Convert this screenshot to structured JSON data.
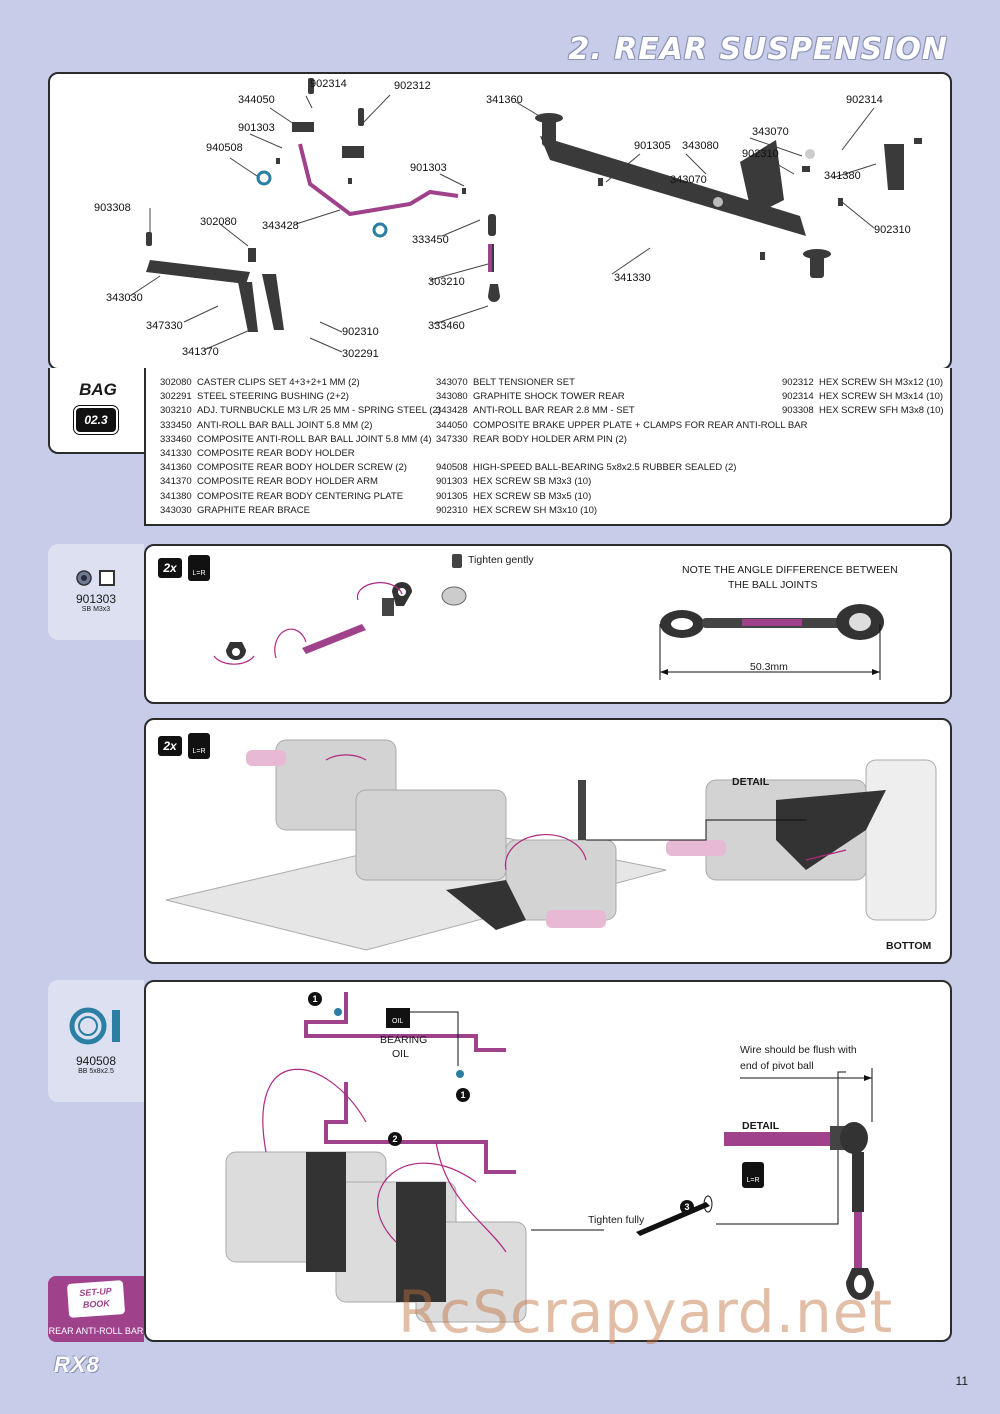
{
  "header": {
    "title": "2. REAR SUSPENSION"
  },
  "exploded": {
    "labels": [
      {
        "id": "l902314a",
        "text": "902314"
      },
      {
        "id": "l902312a",
        "text": "902312"
      },
      {
        "id": "l344050",
        "text": "344050"
      },
      {
        "id": "l901303a",
        "text": "901303"
      },
      {
        "id": "l940508",
        "text": "940508"
      },
      {
        "id": "l901303b",
        "text": "901303"
      },
      {
        "id": "l903308",
        "text": "903308"
      },
      {
        "id": "l302080",
        "text": "302080"
      },
      {
        "id": "l343428",
        "text": "343428"
      },
      {
        "id": "l333450",
        "text": "333450"
      },
      {
        "id": "l303210",
        "text": "303210"
      },
      {
        "id": "l343030",
        "text": "343030"
      },
      {
        "id": "l347330",
        "text": "347330"
      },
      {
        "id": "l902310a",
        "text": "902310"
      },
      {
        "id": "l341370",
        "text": "341370"
      },
      {
        "id": "l302291",
        "text": "302291"
      },
      {
        "id": "l333460",
        "text": "333460"
      },
      {
        "id": "l341360",
        "text": "341360"
      },
      {
        "id": "l901305",
        "text": "901305"
      },
      {
        "id": "l343080",
        "text": "343080"
      },
      {
        "id": "l343070a",
        "text": "343070"
      },
      {
        "id": "l902310b",
        "text": "902310"
      },
      {
        "id": "l343070b",
        "text": "343070"
      },
      {
        "id": "l902314b",
        "text": "902314"
      },
      {
        "id": "l341380",
        "text": "341380"
      },
      {
        "id": "l902310c",
        "text": "902310"
      },
      {
        "id": "l341330",
        "text": "341330"
      }
    ]
  },
  "bag": {
    "label": "BAG",
    "number": "02.3"
  },
  "parts_list": {
    "col1": [
      {
        "code": "302080",
        "name": "CASTER CLIPS SET 4+3+2+1 MM (2)"
      },
      {
        "code": "302291",
        "name": "STEEL STEERING BUSHING (2+2)"
      },
      {
        "code": "303210",
        "name": "ADJ. TURNBUCKLE M3 L/R 25 MM  - SPRING STEEL (2)"
      },
      {
        "code": "333450",
        "name": "ANTI-ROLL BAR BALL JOINT 5.8 MM (2)"
      },
      {
        "code": "333460",
        "name": "COMPOSITE ANTI-ROLL BAR BALL JOINT 5.8 MM (4)"
      },
      {
        "code": "341330",
        "name": "COMPOSITE REAR BODY HOLDER"
      },
      {
        "code": "341360",
        "name": "COMPOSITE REAR BODY HOLDER SCREW (2)"
      },
      {
        "code": "341370",
        "name": "COMPOSITE REAR BODY HOLDER ARM"
      },
      {
        "code": "341380",
        "name": "COMPOSITE REAR BODY CENTERING PLATE"
      },
      {
        "code": "343030",
        "name": "GRAPHITE REAR BRACE"
      }
    ],
    "col2": [
      {
        "code": "343070",
        "name": "BELT TENSIONER SET"
      },
      {
        "code": "343080",
        "name": "GRAPHITE SHOCK TOWER REAR"
      },
      {
        "code": "343428",
        "name": "ANTI-ROLL BAR REAR 2.8 MM - SET"
      },
      {
        "code": "344050",
        "name": "COMPOSITE BRAKE UPPER PLATE + CLAMPS FOR REAR ANTI-ROLL BAR"
      },
      {
        "code": "347330",
        "name": "REAR BODY HOLDER ARM PIN (2)"
      },
      {
        "code": "",
        "name": ""
      },
      {
        "code": "940508",
        "name": "HIGH-SPEED BALL-BEARING 5x8x2.5 RUBBER SEALED  (2)"
      },
      {
        "code": "901303",
        "name": "HEX SCREW SB M3x3  (10)"
      },
      {
        "code": "901305",
        "name": "HEX SCREW SB M3x5  (10)"
      },
      {
        "code": "902310",
        "name": "HEX SCREW SH M3x10  (10)"
      }
    ],
    "col3": [
      {
        "code": "902312",
        "name": "HEX SCREW SH M3x12  (10)"
      },
      {
        "code": "902314",
        "name": "HEX SCREW SH M3x14  (10)"
      },
      {
        "code": "903308",
        "name": "HEX SCREW SFH M3x8  (10)"
      }
    ]
  },
  "step1": {
    "side_code": "901303",
    "side_sub": "SB M3x3",
    "qty": "2x",
    "lr": "L=R",
    "tighten": "Tighten gently",
    "note_line1": "NOTE THE ANGLE DIFFERENCE BETWEEN",
    "note_line2": "THE BALL JOINTS",
    "dimension": "50.3mm"
  },
  "step2": {
    "qty": "2x",
    "lr": "L=R",
    "detail": "DETAIL",
    "bottom": "BOTTOM"
  },
  "step3": {
    "side_code": "940508",
    "side_sub": "BB 5x8x2.5",
    "bearing_oil_1": "BEARING",
    "bearing_oil_2": "OIL",
    "oil_tag": "OIL",
    "n1": "1",
    "n2": "2",
    "n3": "3",
    "wire_note_1": "Wire should be flush with",
    "wire_note_2": "end of pivot ball",
    "detail": "DETAIL",
    "lr": "L=R",
    "tighten_fully": "Tighten fully"
  },
  "setup_book": {
    "book": "SET-UP BOOK",
    "label": "REAR ANTI-ROLL BAR"
  },
  "footer": {
    "logo": "RX8",
    "page": "11",
    "watermark": "RcScrapyard.net"
  },
  "colors": {
    "background": "#c7cce8",
    "accent": "#a0418c",
    "arrow": "#b0287f"
  }
}
